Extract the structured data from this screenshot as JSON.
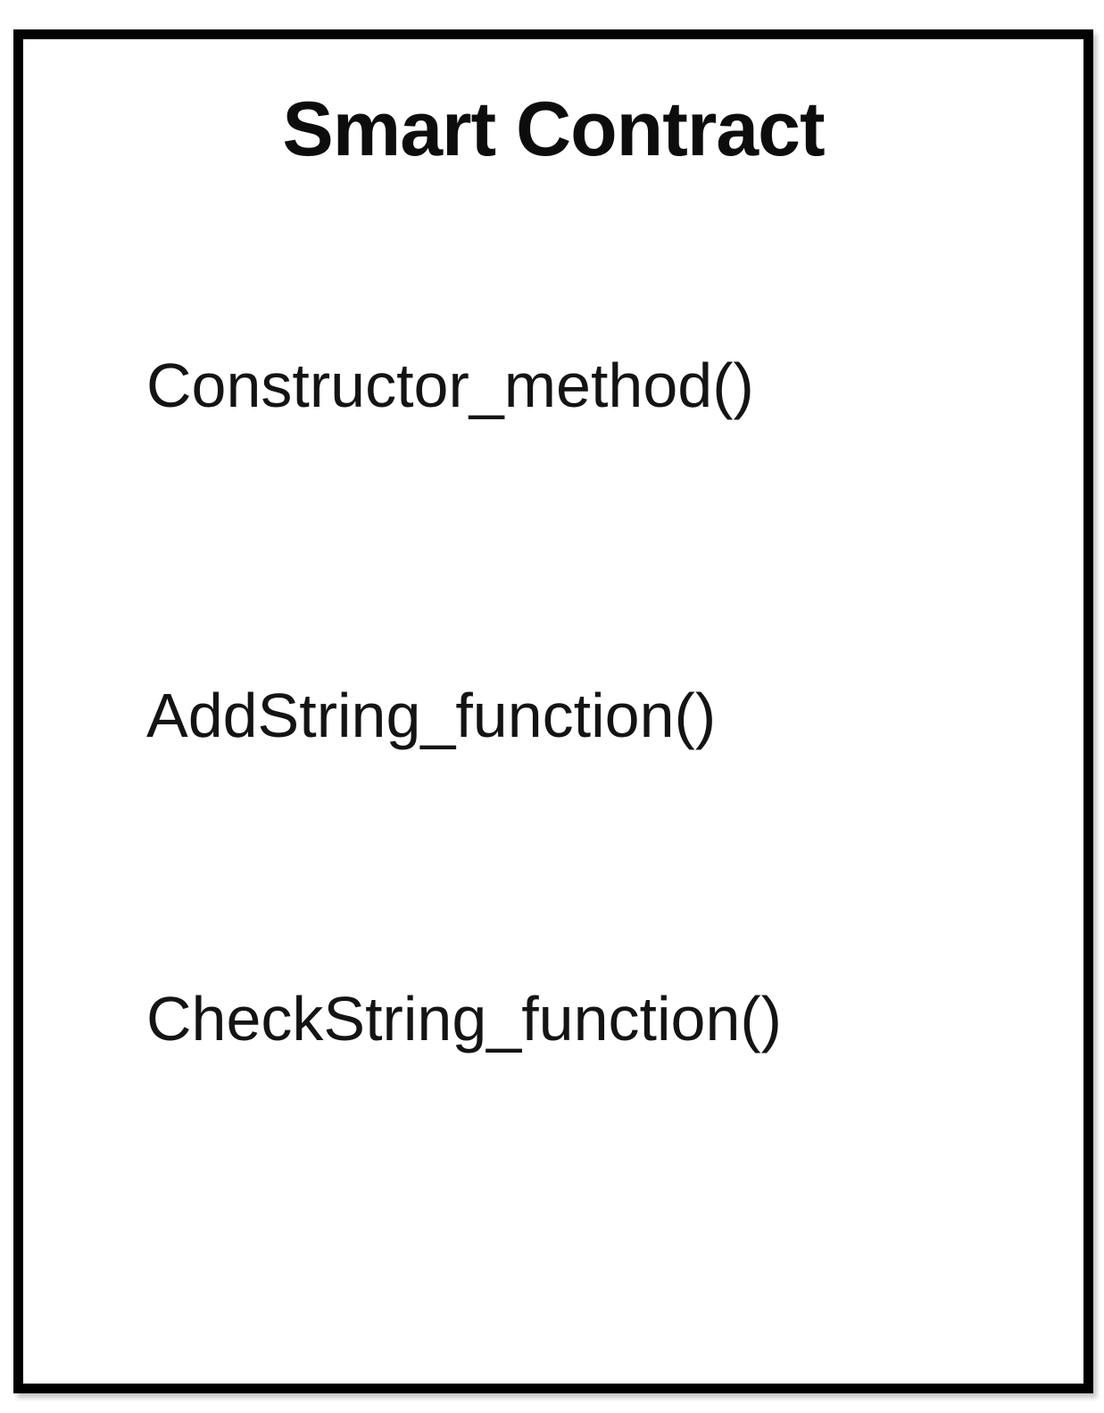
{
  "diagram": {
    "title": "Smart Contract",
    "methods": [
      {
        "label": "Constructor_method()"
      },
      {
        "label": "AddString_function()"
      },
      {
        "label": "CheckString_function()"
      }
    ]
  },
  "colors": {
    "border": "#000000",
    "background": "#ffffff",
    "text": "#141414"
  }
}
